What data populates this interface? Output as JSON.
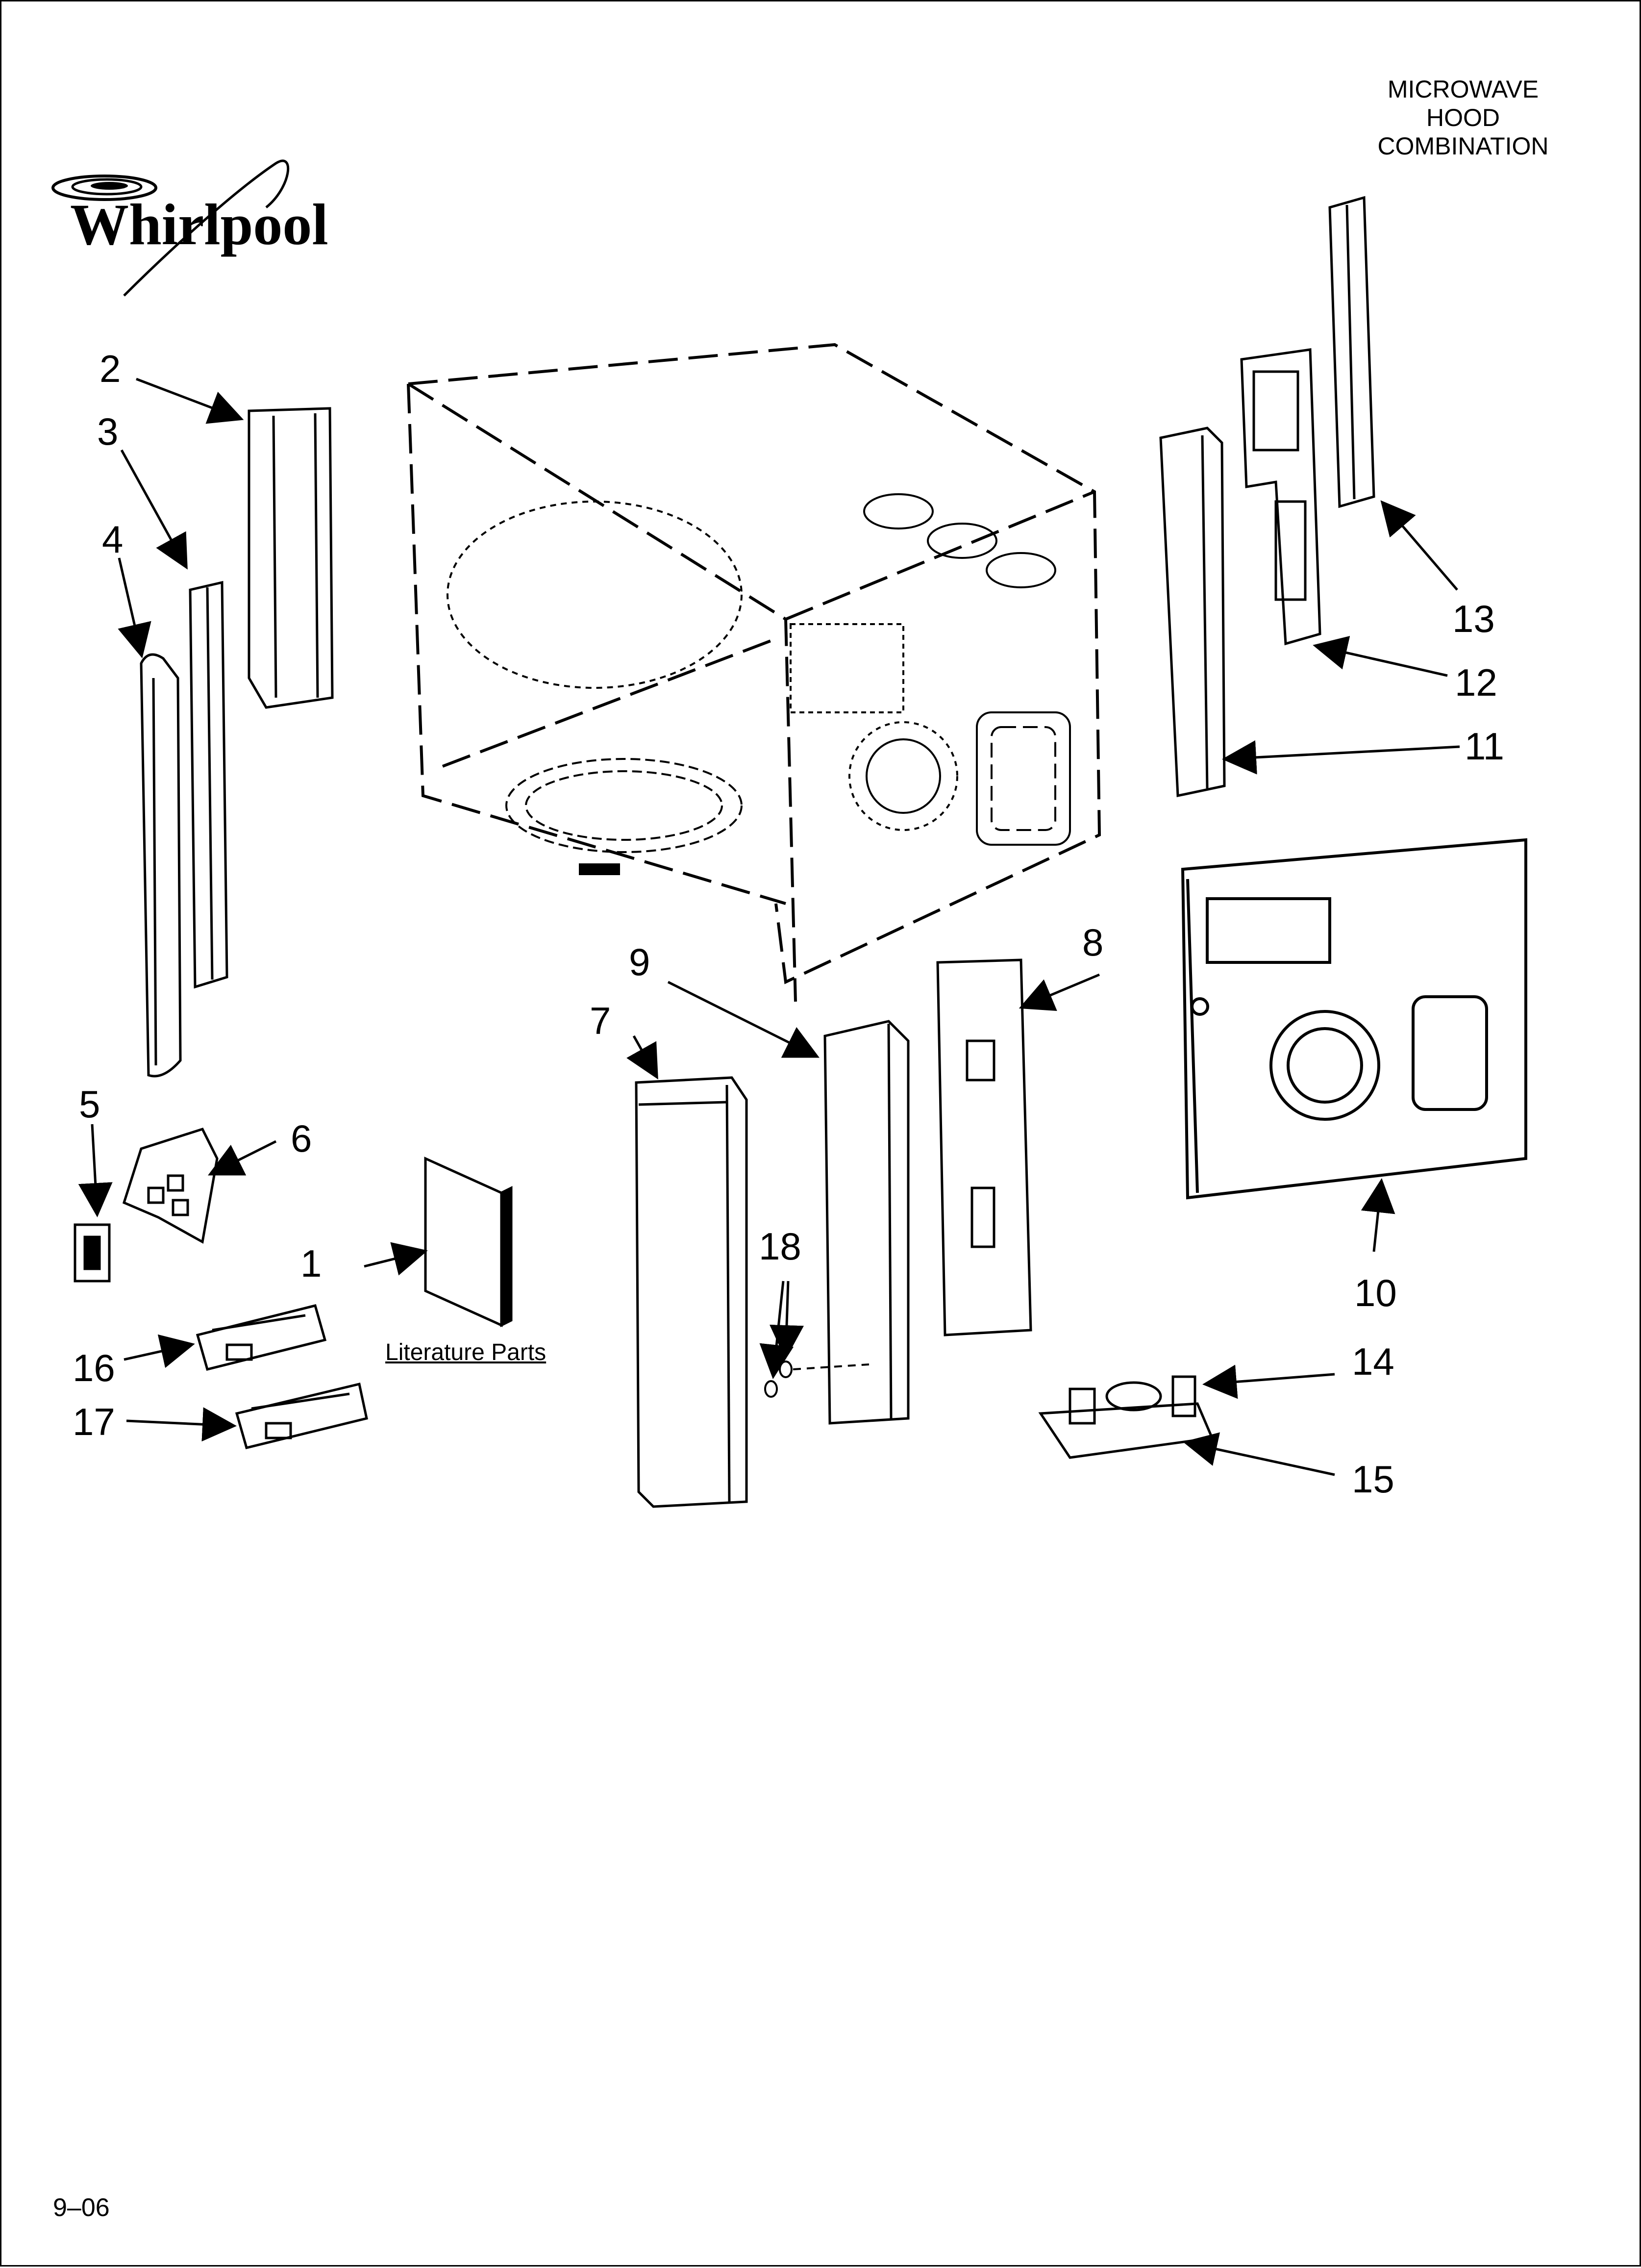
{
  "header": {
    "lines": [
      "MICROWAVE",
      "HOOD",
      "COMBINATION"
    ]
  },
  "brand": {
    "logo_text": "Whirlpool"
  },
  "callouts": [
    "1",
    "2",
    "3",
    "4",
    "5",
    "6",
    "7",
    "8",
    "9",
    "10",
    "11",
    "12",
    "13",
    "14",
    "15",
    "16",
    "17",
    "18"
  ],
  "literature_label": "Literature Parts",
  "footer": {
    "date_code": "9–06"
  }
}
